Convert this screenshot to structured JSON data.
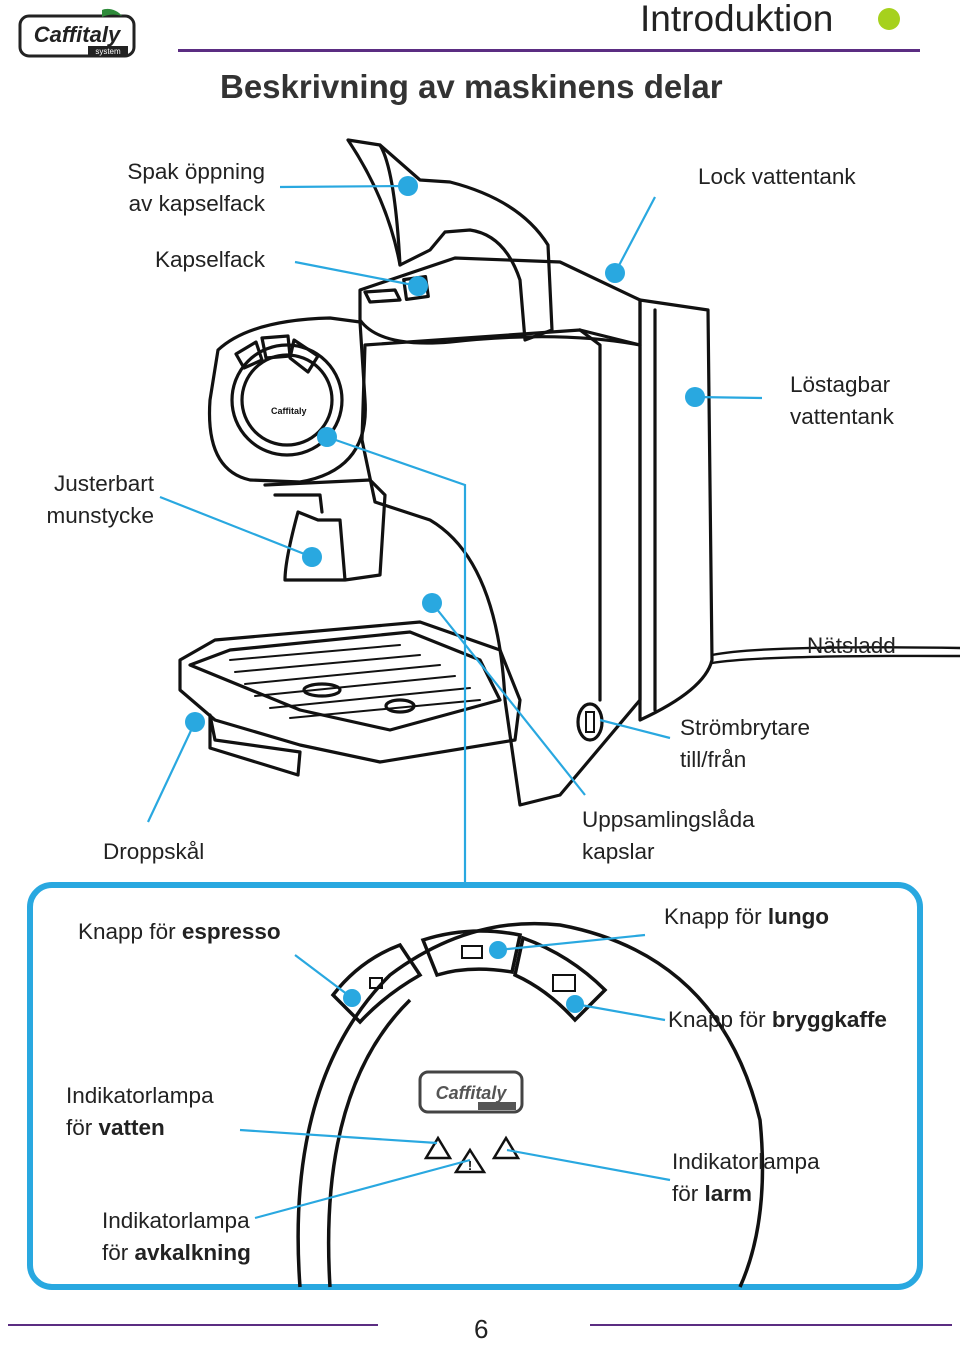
{
  "header": {
    "logo_text": "Caffitaly",
    "logo_sub": "system",
    "section_title": "Introduktion",
    "section_dot_color": "#a6d11d",
    "rule_color": "#5b2d82"
  },
  "page_heading": "Beskrivning av maskinens delar",
  "machine_labels": {
    "spak_line1": "Spak öppning",
    "spak_line2": "av kapselfack",
    "kapselfack": "Kapselfack",
    "lock": "Lock vattentank",
    "tank_line1": "Löstagbar",
    "tank_line2": "vattentank",
    "munstycke_line1": "Justerbart",
    "munstycke_line2": "munstycke",
    "natsladd": "Nätsladd",
    "strom_line1": "Strömbrytare",
    "strom_line2": "till/från",
    "droppskal": "Droppskål",
    "uppsamling_line1": "Uppsamlingslåda",
    "uppsamling_line2": "kapslar"
  },
  "panel_labels": {
    "espresso_prefix": "Knapp för ",
    "espresso_bold": "espresso",
    "lungo_prefix": "Knapp för ",
    "lungo_bold": "lungo",
    "bryggkaffe_prefix": "Knapp för ",
    "bryggkaffe_bold": "bryggkaffe",
    "vatten_line1": "Indikatorlampa",
    "vatten_prefix": "för ",
    "vatten_bold": "vatten",
    "avkalkning_line1": "Indikatorlampa",
    "avkalkning_prefix": "för ",
    "avkalkning_bold": "avkalkning",
    "larm_line1": "Indikatorlampa",
    "larm_prefix": "för ",
    "larm_bold": "larm"
  },
  "colors": {
    "callout": "#29a8e0",
    "panel_border": "#29a8e0",
    "footer_rule": "#5b2d82"
  },
  "page_number": "6"
}
